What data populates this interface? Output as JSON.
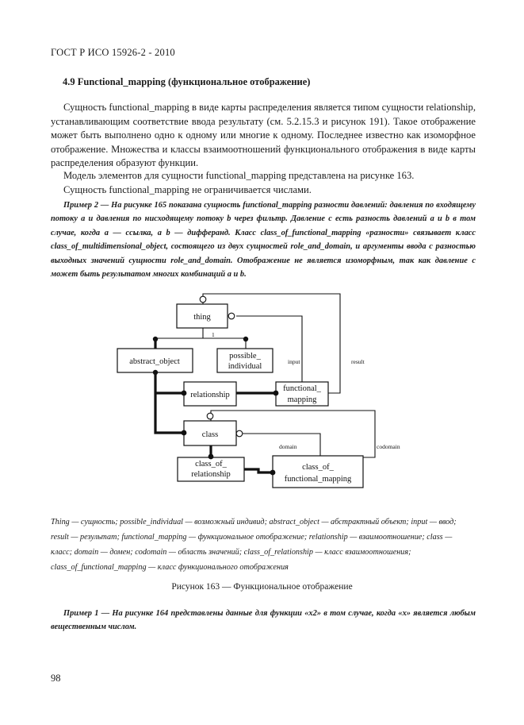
{
  "header": "ГОСТ Р ИСО 15926-2 - 2010",
  "section_title": "4.9 Functional_mapping (функциональное отображение)",
  "paragraphs": [
    "Сущность functional_mapping в виде карты распределения является типом сущности relationship, устанавливающим соответствие ввода результату (см. 5.2.15.3 и рисунок 191). Такое отображение может быть выполнено одно к одному или многие к одному. Последнее известно как изоморфное отображение. Множества и классы взаимоотношений функционального отображения в виде карты распределения образуют функции.",
    "Модель элементов для сущности functional_mapping представлена на рисунке 163.",
    "Сущность functional_mapping не ограничивается числами."
  ],
  "example2": "Пример 2 — На рисунке 165 показана сущность functional_mapping разности давлений: давления по входящему потоку a и давления по нисходящему потоку b через фильтр. Давление c есть разность давлений a и b в том случае, когда a — ссылка, a b — дифферанд. Класс class_of_functional_mapping «разности» связывает класс class_of_multidimensional_object, состоящего из двух сущностей role_and_domain, и аргументы ввода с разностью выходных значений сущности role_and_domain. Отображение не является изоморфным, так как давление c может быть результатом многих комбинаций a и b.",
  "diagram": {
    "boxes": {
      "thing": "thing",
      "abstract_object": "abstract_object",
      "possible_individual_1": "possible_",
      "possible_individual_2": "individual",
      "relationship": "relationship",
      "functional_mapping_1": "functional_",
      "functional_mapping_2": "mapping",
      "class": "class",
      "class_of_relationship_1": "class_of_",
      "class_of_relationship_2": "relationship",
      "class_of_functional_mapping_1": "class_of_",
      "class_of_functional_mapping_2": "functional_mapping"
    },
    "labels": {
      "one": "1",
      "input": "input",
      "result": "result",
      "domain": "domain",
      "codomain": "codomain"
    }
  },
  "legend": "Thing — сущность; possible_individual — возможный индивид; abstract_object — абстрактный объект; input — ввод; result — результат; functional_mapping — функциональное отображение; relationship — взаимоотношение; class — класс; domain — домен; codomain — область значений; class_of_relationship — класс взаимоотношения; class_of_functional_mapping — класс функционального отображения",
  "caption": "Рисунок 163 — Функциональное отображение",
  "example1": "Пример 1 — На рисунке 164 представлены данные для функции «x2» в том случае, когда «x» является любым вещественным числом.",
  "page_number": "98"
}
